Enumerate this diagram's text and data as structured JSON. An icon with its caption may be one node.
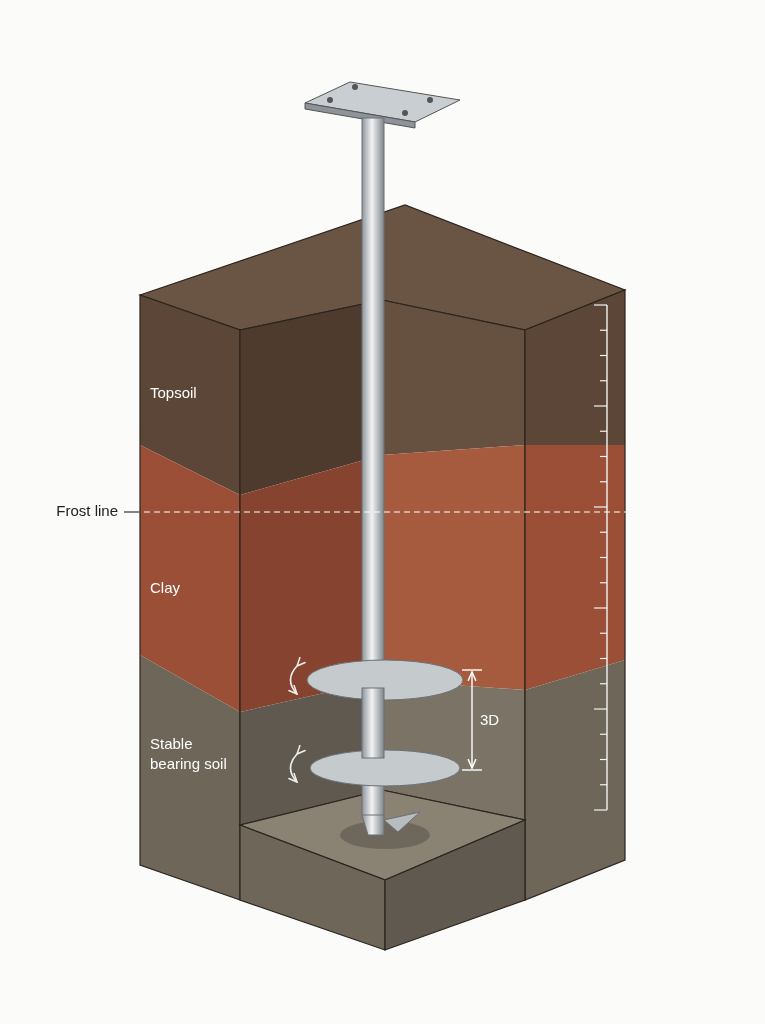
{
  "diagram": {
    "labels": [
      "Topsoil",
      "Frost line",
      "Clay",
      "Stable bearing soil",
      "3D"
    ]
  }
}
